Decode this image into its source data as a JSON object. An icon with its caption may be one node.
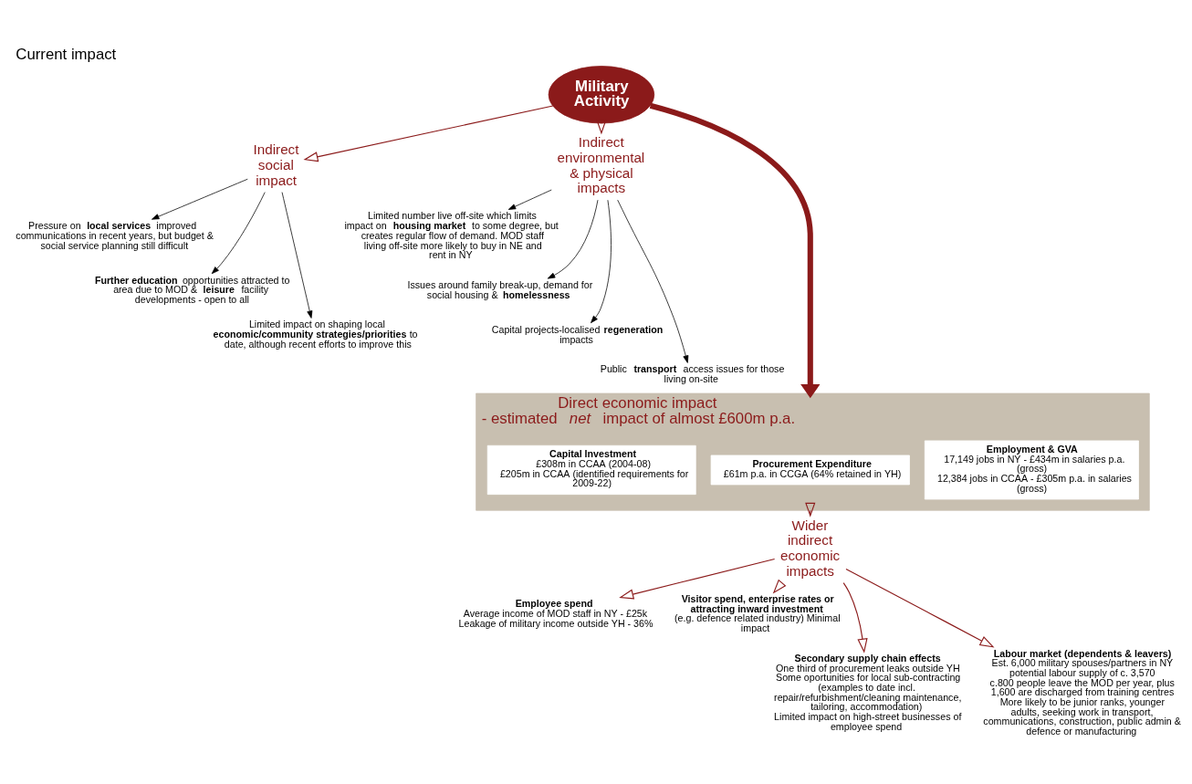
{
  "diagram": {
    "title": "Current impact",
    "nodes": [
      {
        "text": [
          "Military Activity"
        ]
      },
      {
        "text": [
          "Indirect social impact"
        ]
      },
      {
        "text": [
          "Pressure on **local services** improved communications in recent years, but budget & social service planning still difficult"
        ]
      },
      {
        "text": [
          "**Further education** opportunities attracted to area due to MOD & **leisure** facility developments - open to all"
        ]
      },
      {
        "text": [
          "Limited impact on shaping local **economic/community strategies/priorities** to date, although recent efforts to improve this"
        ]
      },
      {
        "text": [
          "Indirect environmental & physical impacts"
        ]
      },
      {
        "text": [
          "Limited number live off-site which limits impact on **housing market** to some degree, but creates regular flow of demand. MOD staff living off-site more likely to buy in NE and rent in NY"
        ]
      },
      {
        "text": [
          "Issues around family break-up, demand for social housing & **homelessness**"
        ]
      },
      {
        "text": [
          "Capital projects-localised **regeneration** impacts"
        ]
      },
      {
        "text": [
          "Public **transport** access issues for those living on-site"
        ]
      },
      {
        "text": [
          "Direct economic impact",
          "- estimated *net* impact of almost £600m p.a."
        ]
      },
      {
        "text": [
          "Employment & GVA",
          "17,149 jobs in NY - £434m in salaries p.a. (gross)",
          "12,384 jobs in CCAA - £305m p.a. in salaries (gross)"
        ],
        "in": 10
      },
      {
        "text": [
          "Procurement Expenditure",
          "£61m p.a. in CCGA (64% retained in YH)"
        ],
        "in": 10
      },
      {
        "text": [
          "Capital Investment",
          "£308m in CCAA (2004-08)",
          "£205m in CCAA (identified requirements for 2009-22)"
        ],
        "in": 10
      },
      {
        "text": [
          "Wider indirect economic impacts"
        ]
      },
      {
        "text": [
          "Employee spend",
          "Average income of MOD staff in NY - £25k",
          "Leakage of military income outside YH - 36%"
        ]
      },
      {
        "text": [
          "Visitor spend, enterprise rates or attracting inward investment",
          "(e.g. defence related industry) Minimal impact"
        ]
      },
      {
        "text": [
          "Secondary supply chain effects",
          "One third of procurement leaks outside YH",
          "Some oportunities for local sub-contracting (examples to date incl. repair/refurbishment/cleaning maintenance, tailoring, accommodation)",
          "Limited impact on high-street businesses of employee spend"
        ]
      },
      {
        "text": [
          "Labour market (dependents & leavers)",
          "Est. 6,000 military spouses/partners in NY potential labour supply of c. 3,570",
          "c.800 people leave the MOD per year, plus 1,600 are discharged from training centres",
          "More likely to be junior ranks, younger adults, seeking work in transport, communications, construction, public admin & defence or manufacturing"
        ]
      }
    ],
    "edges": [
      {
        "from": 0,
        "to": 1,
        "arrow": "to",
        "color": "#8b1a1a"
      },
      {
        "from": 0,
        "to": 5,
        "arrow": "to",
        "color": "#8b1a1a"
      },
      {
        "from": 0,
        "to": 10,
        "arrow": "to",
        "style": "thick",
        "color": "#8b1a1a"
      },
      {
        "from": 1,
        "to": 2,
        "arrow": "to",
        "color": "#000000"
      },
      {
        "from": 1,
        "to": 3,
        "arrow": "to",
        "color": "#000000"
      },
      {
        "from": 1,
        "to": 4,
        "arrow": "to",
        "color": "#000000"
      },
      {
        "from": 5,
        "to": 6,
        "arrow": "to",
        "color": "#000000"
      },
      {
        "from": 5,
        "to": 7,
        "arrow": "to",
        "color": "#000000"
      },
      {
        "from": 5,
        "to": 8,
        "arrow": "to",
        "color": "#000000"
      },
      {
        "from": 5,
        "to": 9,
        "arrow": "to",
        "color": "#000000"
      },
      {
        "from": 10,
        "to": 14,
        "arrow": "to",
        "color": "#8b1a1a"
      },
      {
        "from": 14,
        "to": 15,
        "arrow": "to",
        "color": "#8b1a1a"
      },
      {
        "from": 14,
        "to": 16,
        "arrow": "to",
        "color": "#8b1a1a"
      },
      {
        "from": 14,
        "to": 17,
        "arrow": "to",
        "color": "#8b1a1a"
      },
      {
        "from": 14,
        "to": 18,
        "arrow": "to",
        "color": "#8b1a1a"
      }
    ]
  }
}
